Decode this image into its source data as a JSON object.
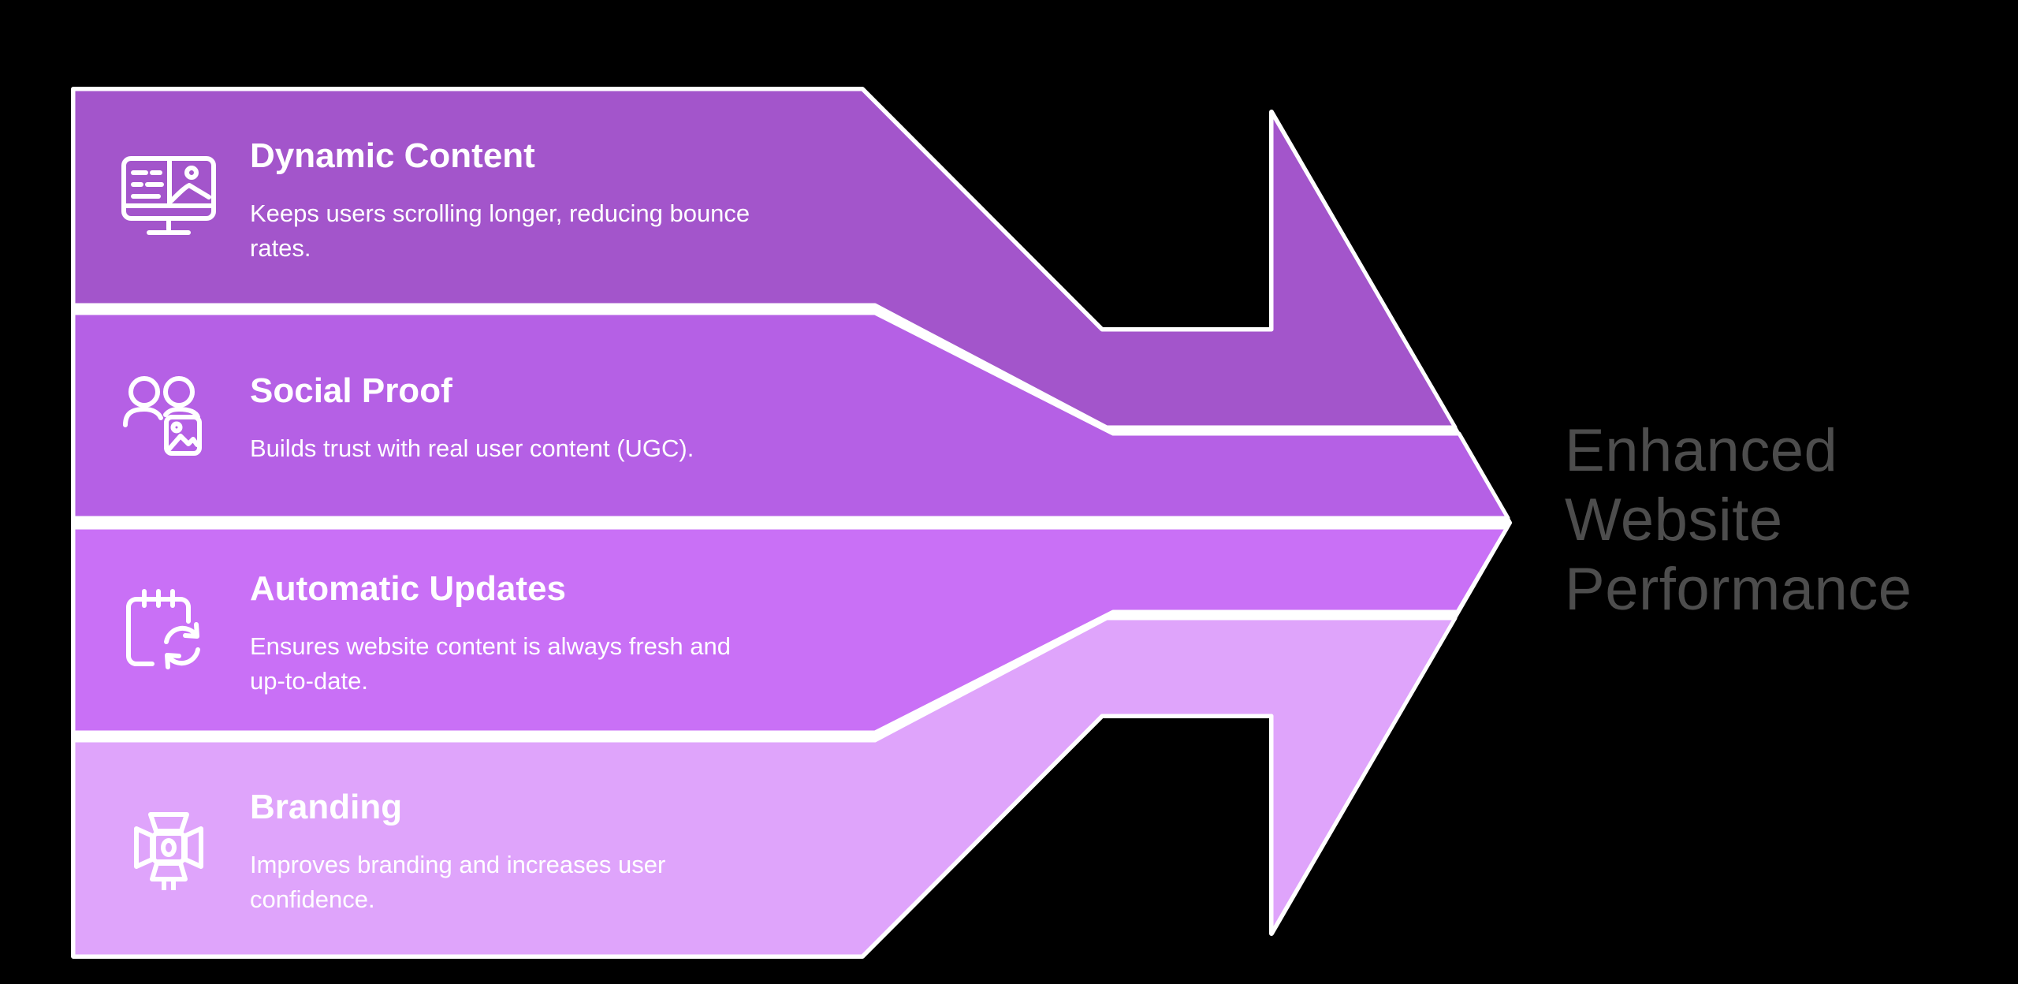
{
  "background": "#000000",
  "colors": {
    "outline": "#ffffff",
    "band1": "#a355cb",
    "band2": "#b560e5",
    "band3": "#c970f6",
    "band4": "#dfa4fb",
    "result_text": "#4d4d4d"
  },
  "sections": [
    {
      "title": "Dynamic Content",
      "description": "Keeps users scrolling longer, reducing bounce rates.",
      "icon": "monitor-content-icon"
    },
    {
      "title": "Social Proof",
      "description": "Builds trust with real user content (UGC).",
      "icon": "users-photo-icon"
    },
    {
      "title": "Automatic Updates",
      "description": "Ensures website content is always fresh and up-to-date.",
      "icon": "notepad-refresh-icon"
    },
    {
      "title": "Branding",
      "description": "Improves branding and increases user confidence.",
      "icon": "spotlight-icon"
    }
  ],
  "result": {
    "lines": [
      "Enhanced",
      "Website",
      "Performance"
    ]
  }
}
